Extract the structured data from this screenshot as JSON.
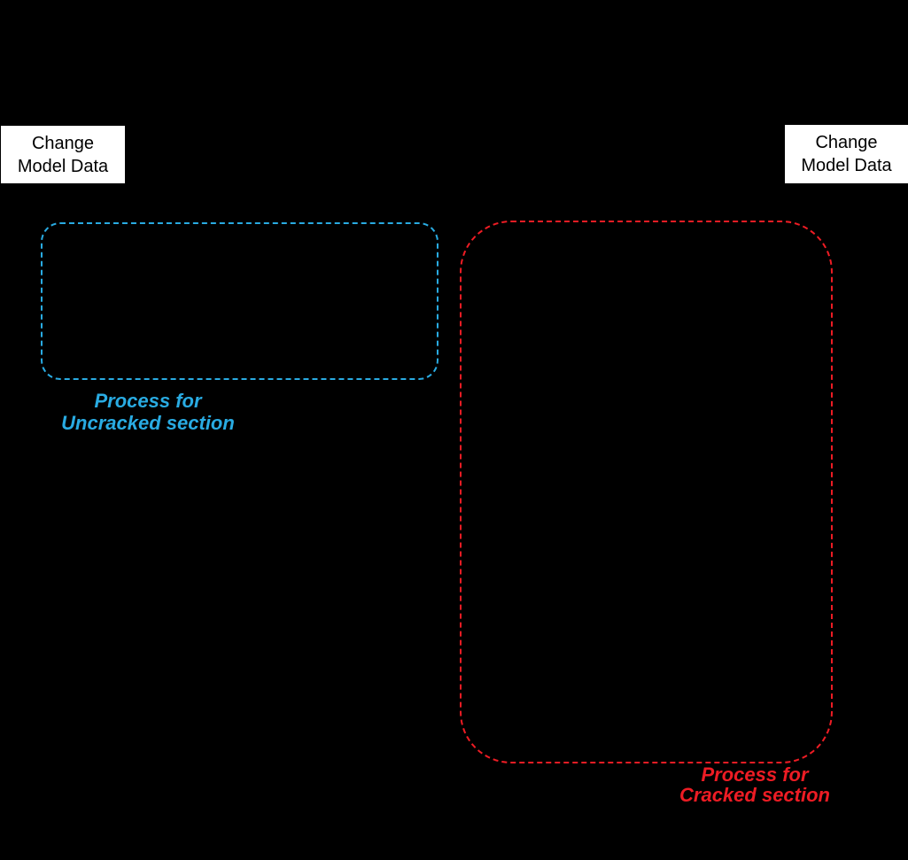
{
  "canvas": {
    "background_color": "#000000"
  },
  "nodes": {
    "change_model_data_left": {
      "label": "Change\nModel Data",
      "fill_color": "#ffffff",
      "text_color": "#000000"
    },
    "change_model_data_right": {
      "label": "Change\nModel Data",
      "fill_color": "#ffffff",
      "text_color": "#000000"
    }
  },
  "groups": {
    "uncracked": {
      "caption": "Process for\nUncracked section",
      "color": "#29ABE2",
      "border_style": "dashed"
    },
    "cracked": {
      "caption": "Process for\nCracked section",
      "color": "#ED1C24",
      "border_style": "dashed"
    }
  }
}
